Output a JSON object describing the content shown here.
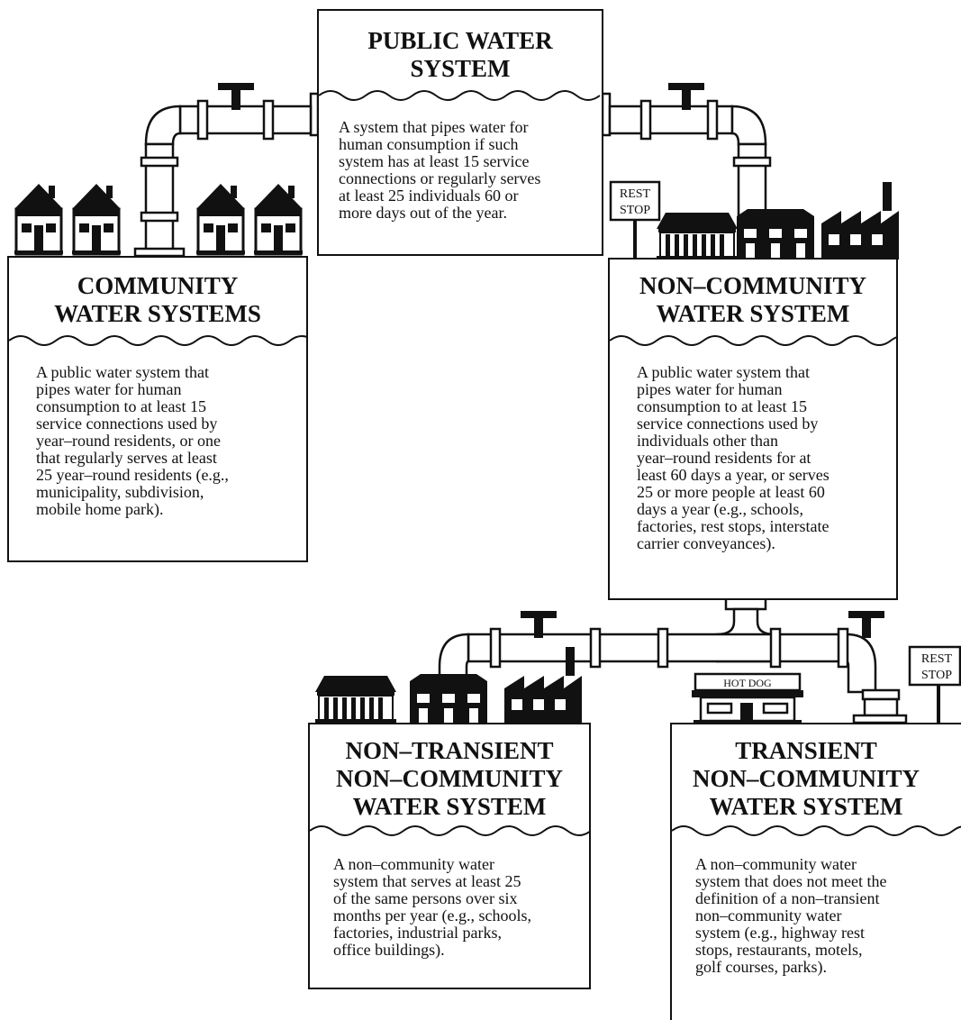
{
  "nodes": {
    "public": {
      "title": [
        "PUBLIC WATER",
        "SYSTEM"
      ],
      "desc": [
        "A system that pipes water for",
        "human consumption if such",
        "system has at least 15 service",
        "connections or regularly serves",
        "at least 25 individuals 60 or",
        "more days out of the year."
      ]
    },
    "community": {
      "title": [
        "COMMUNITY",
        "WATER SYSTEMS"
      ],
      "desc": [
        "A public water system that",
        "pipes water for human",
        "consumption to at least 15",
        "service connections used by",
        "year–round residents, or one",
        "that regularly serves at least",
        "25 year–round residents (e.g.,",
        "municipality, subdivision,",
        "mobile home park)."
      ]
    },
    "noncommunity": {
      "title": [
        "NON–COMMUNITY",
        "WATER SYSTEM"
      ],
      "desc": [
        "A public water system that",
        "pipes water for human",
        "consumption to at least 15",
        "service connections used by",
        "individuals other than",
        "year–round residents for at",
        "least 60 days a year, or serves",
        "25 or more people at least 60",
        "days a year (e.g., schools,",
        "factories, rest stops, interstate",
        "carrier conveyances)."
      ]
    },
    "nontransient": {
      "title": [
        "NON–TRANSIENT",
        "NON–COMMUNITY",
        "WATER SYSTEM"
      ],
      "desc": [
        "A non–community water",
        "system that serves at least 25",
        "of the same persons over six",
        "months per year (e.g., schools,",
        "factories, industrial parks,",
        "office buildings)."
      ]
    },
    "transient": {
      "title": [
        "TRANSIENT",
        "NON–COMMUNITY",
        "WATER SYSTEM"
      ],
      "desc": [
        "A non–community water",
        "system that does not meet the",
        "definition of a non–transient",
        "non–community water",
        "system (e.g., highway rest",
        "stops, restaurants, motels,",
        "golf courses, parks)."
      ]
    }
  },
  "signs": {
    "rest_stop_1": [
      "REST",
      "STOP"
    ],
    "rest_stop_2": [
      "REST",
      "STOP"
    ],
    "hot_dog": "HOT DOG"
  },
  "colors": {
    "ink": "#111111",
    "paper": "#ffffff"
  }
}
